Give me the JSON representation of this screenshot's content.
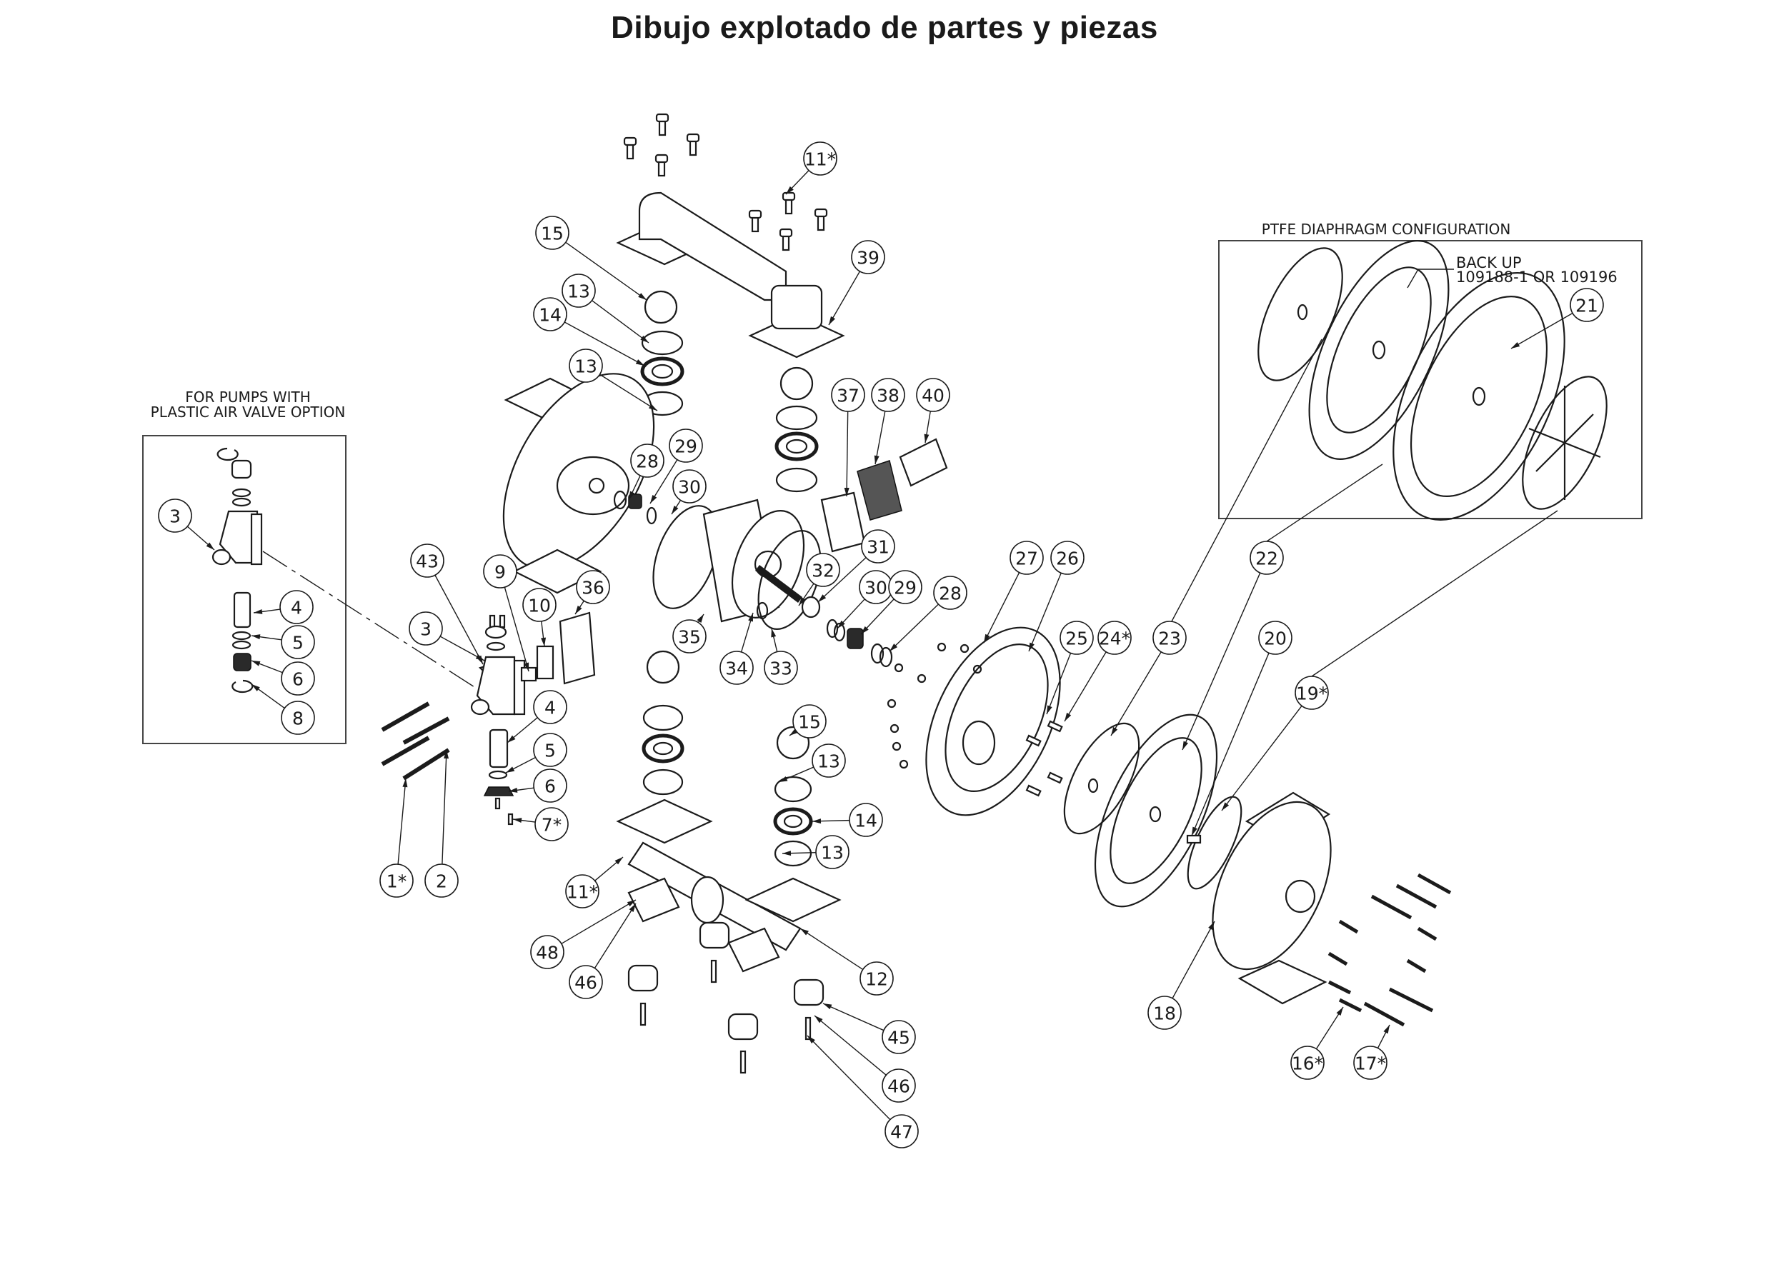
{
  "title": "Dibujo explotado de partes y piezas",
  "insets": {
    "plastic_air_valve": {
      "title_line1": "FOR PUMPS WITH",
      "title_line2": "PLASTIC AIR VALVE OPTION",
      "balloons": [
        "3",
        "4",
        "5",
        "6",
        "8"
      ]
    },
    "ptfe_diaphragm": {
      "title": "PTFE DIAPHRAGM CONFIGURATION",
      "note_line1": "BACK UP",
      "note_line2": "109188-1 OR 109196",
      "balloons": [
        "21"
      ]
    }
  },
  "balloons": {
    "b11_top": "11*",
    "b15_top": "15",
    "b13_top_a": "13",
    "b14_top": "14",
    "b13_top_b": "13",
    "b39": "39",
    "b37": "37",
    "b38": "38",
    "b40": "40",
    "b28_left": "28",
    "b29_left": "29",
    "b30_left": "30",
    "b43": "43",
    "b9": "9",
    "b10": "10",
    "b36": "36",
    "b3": "3",
    "b4": "4",
    "b5": "5",
    "b6": "6",
    "b7": "7*",
    "b1": "1*",
    "b2": "2",
    "b35": "35",
    "b34": "34",
    "b33": "33",
    "b32": "32",
    "b31": "31",
    "b30_right": "30",
    "b29_right": "29",
    "b28_right": "28",
    "b27": "27",
    "b26": "26",
    "b25": "25",
    "b24": "24*",
    "b23": "23",
    "b22": "22",
    "b20": "20",
    "b19": "19*",
    "b18": "18",
    "b16": "16*",
    "b17": "17*",
    "b15_bottom": "15",
    "b13_bottom_a": "13",
    "b14_bottom": "14",
    "b13_bottom_b": "13",
    "b11_bottom": "11*",
    "b48": "48",
    "b46_left": "46",
    "b12": "12",
    "b45": "45",
    "b46_right": "46",
    "b47": "47"
  }
}
